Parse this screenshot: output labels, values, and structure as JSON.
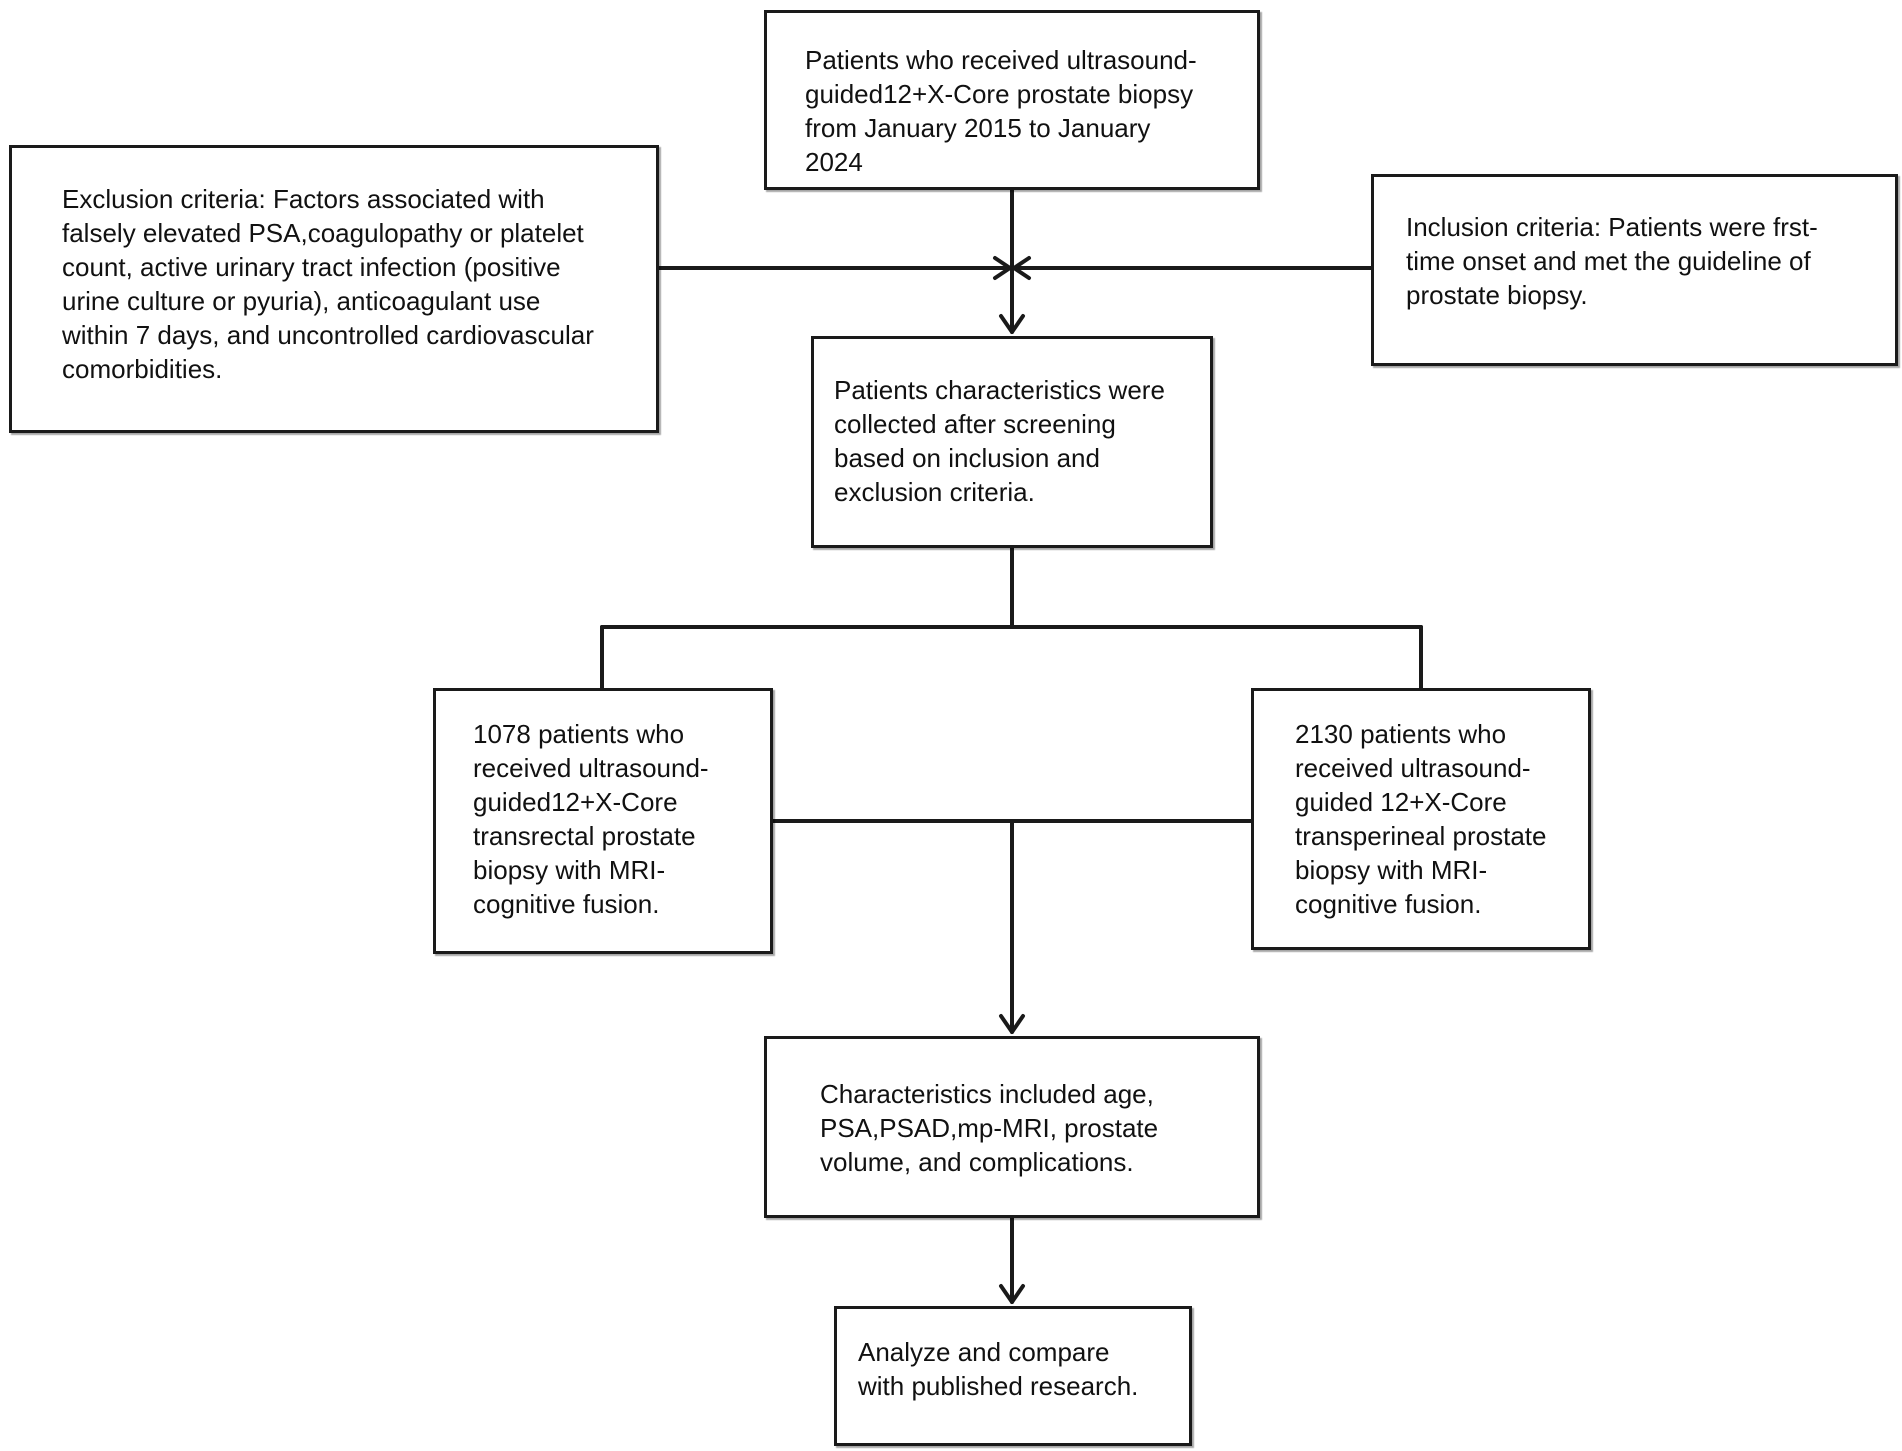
{
  "diagram": {
    "nodes": {
      "source": "Patients who received ultrasound-\nguided12+X-Core prostate biopsy\nfrom January 2015 to January\n2024",
      "exclusion": "Exclusion criteria: Factors associated with\nfalsely elevated PSA,coagulopathy or platelet\ncount, active urinary tract infection (positive\nurine culture or pyuria), anticoagulant use\nwithin 7 days, and uncontrolled cardiovascular\ncomorbidities.",
      "inclusion": "Inclusion criteria: Patients were frst-\ntime onset and met the guideline of\nprostate biopsy.",
      "screening": "Patients characteristics were\ncollected after screening\nbased on inclusion and\nexclusion criteria.",
      "transrectal": "1078 patients who\nreceived ultrasound-\nguided12+X-Core\ntransrectal prostate\nbiopsy with MRI-\ncognitive fusion.",
      "transperineal": "2130 patients who\nreceived ultrasound-\nguided 12+X-Core\ntransperineal prostate\nbiopsy with MRI-\ncognitive fusion.",
      "characteristics": "Characteristics included age,\nPSA,PSAD,mp-MRI, prostate\nvolume, and complications.",
      "analysis": "Analyze and compare\nwith published research."
    },
    "line_color": "#1a1a1a"
  }
}
